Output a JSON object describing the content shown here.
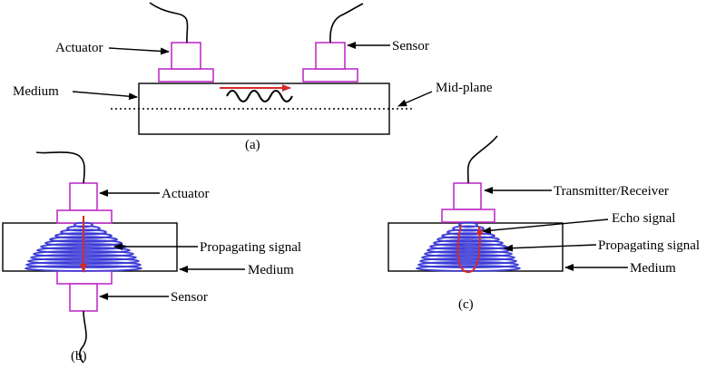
{
  "panel_a": {
    "caption": "(a)",
    "labels": {
      "actuator": "Actuator",
      "sensor": "Sensor",
      "medium": "Medium",
      "midplane": "Mid-plane"
    }
  },
  "panel_b": {
    "caption": "(b)",
    "labels": {
      "actuator": "Actuator",
      "propagating": "Propagating signal",
      "medium": "Medium",
      "sensor": "Sensor"
    }
  },
  "panel_c": {
    "caption": "(c)",
    "labels": {
      "transceiver": "Transmitter/Receiver",
      "echo": "Echo signal",
      "propagating": "Propagating signal",
      "medium": "Medium"
    }
  },
  "colors": {
    "transducer": "#c030c8",
    "signal": "#3b3bd6",
    "arrow": "#d42a2a",
    "outline": "#000000"
  }
}
